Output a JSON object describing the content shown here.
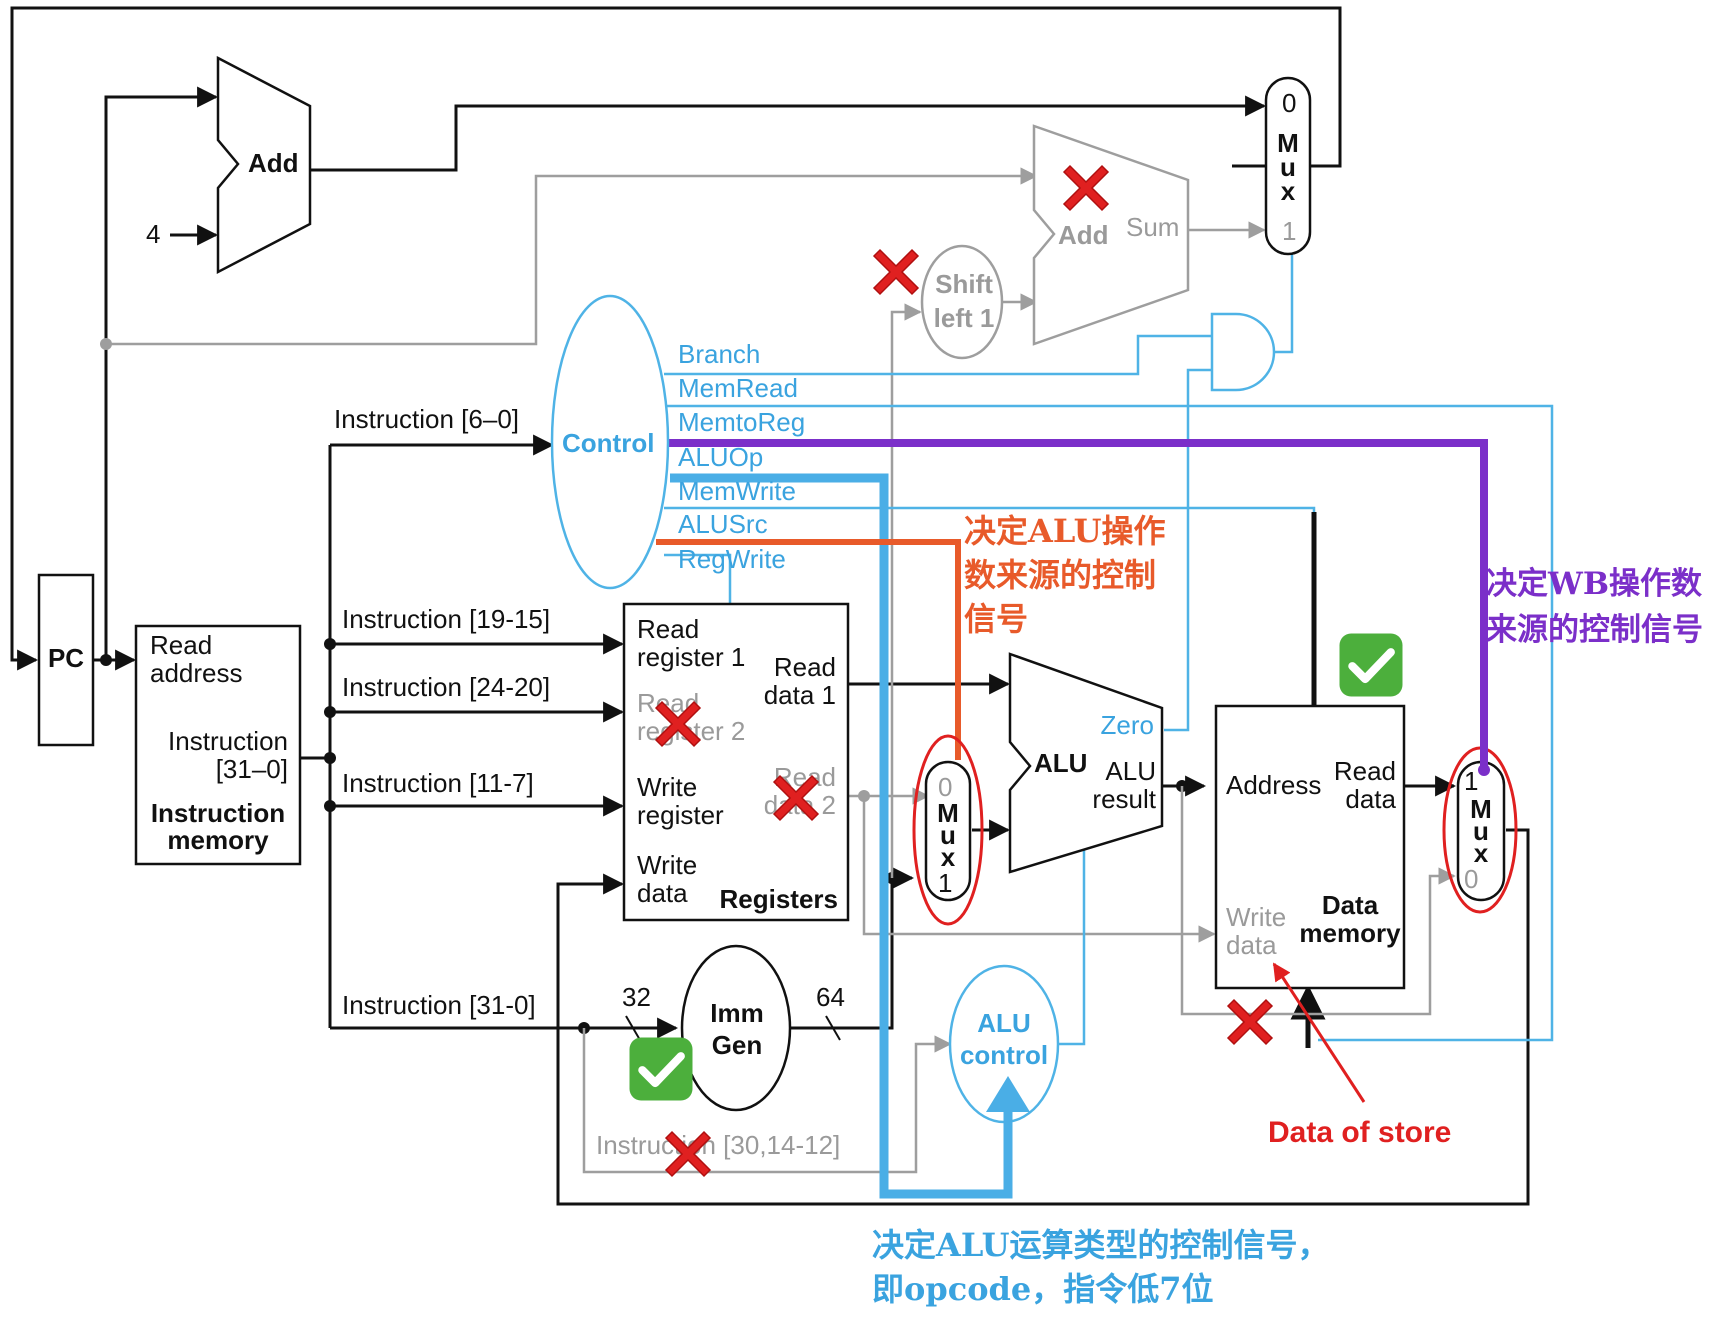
{
  "components": {
    "pc": "PC",
    "four": "4",
    "add_top": "Add",
    "add_branch": "Add",
    "sum": "Sum",
    "shift_line1": "Shift",
    "shift_line2": "left 1",
    "control": "Control",
    "imem": {
      "read_line1": "Read",
      "read_line2": "address",
      "instr_line1": "Instruction",
      "instr_line2": "[31–0]",
      "title_line1": "Instruction",
      "title_line2": "memory"
    },
    "regs": {
      "rr1_line1": "Read",
      "rr1_line2": "register 1",
      "rr2_line1": "Read",
      "rr2_line2": "register 2",
      "wr_line1": "Write",
      "wr_line2": "register",
      "wd_line1": "Write",
      "wd_line2": "data",
      "rd1_line1": "Read",
      "rd1_line2": "data 1",
      "rd2_line1": "Read",
      "rd2_line2": "data 2",
      "title": "Registers"
    },
    "immgen_line1": "Imm",
    "immgen_line2": "Gen",
    "bits_32": "32",
    "bits_64": "64",
    "alu": "ALU",
    "zero": "Zero",
    "alu_result_line1": "ALU",
    "alu_result_line2": "result",
    "alu_control_line1": "ALU",
    "alu_control_line2": "control",
    "dmem": {
      "address": "Address",
      "read_line1": "Read",
      "read_line2": "data",
      "write_line1": "Write",
      "write_line2": "data",
      "title_line1": "Data",
      "title_line2": "memory"
    },
    "mux": {
      "m": "M",
      "u": "u",
      "x": "x",
      "zero": "0",
      "one": "1"
    }
  },
  "control_signals": [
    "Branch",
    "MemRead",
    "MemtoReg",
    "ALUOp",
    "MemWrite",
    "ALUSrc",
    "RegWrite"
  ],
  "instruction_fields": {
    "f6_0": "Instruction [6–0]",
    "f19_15": "Instruction [19-15]",
    "f24_20": "Instruction [24-20]",
    "f11_7": "Instruction [11-7]",
    "f31_0": "Instruction [31-0]",
    "f30_14_12": "Instruction [30,14-12]"
  },
  "annotations": {
    "orange_line1": "决定ALU操作",
    "orange_line2": "数来源的控制",
    "orange_line3": "信号",
    "purple_line1": "决定WB操作数",
    "purple_line2": "来源的控制信号",
    "blue_line1": "决定ALU运算类型的控制信号，",
    "blue_line2": "即opcode，指令低7位",
    "store": "Data of store"
  },
  "colors": {
    "control_blue": "#3aa3df",
    "inactive_gray": "#9a9a9a",
    "orange": "#e85a2a",
    "purple": "#7b2fc9",
    "red_mark": "#e02020",
    "check_green": "#4caf3c"
  }
}
